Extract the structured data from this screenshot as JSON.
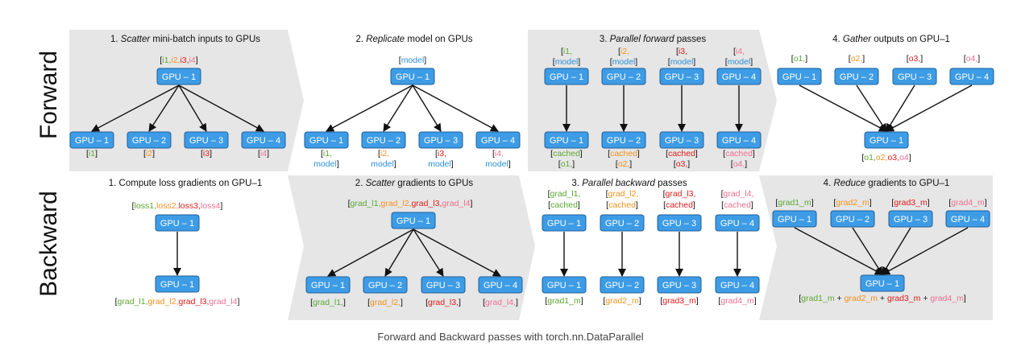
{
  "colors": {
    "band": "#e6e6e6",
    "gpu_fill": "#3d9ce5",
    "gpu_stroke": "#1f5f9a",
    "gpu_text": "#ffffff",
    "arrow": "#111111",
    "text": "#111111",
    "model_blue": "#2a8fd8",
    "c1": "#5aa832",
    "c2": "#f0921e",
    "c3": "#e01b1b",
    "c4": "#ee6f91"
  },
  "rows": [
    {
      "label": "Forward"
    },
    {
      "label": "Backward"
    }
  ],
  "panels": [
    {
      "title_num": "1.",
      "title_em": "Scatter",
      "title_rest": "mini-batch inputs to GPUs",
      "title_plain": ""
    },
    {
      "title_num": "2.",
      "title_em": "Replicate",
      "title_rest": "model on GPUs",
      "title_plain": ""
    },
    {
      "title_num": "3.",
      "title_em": "Parallel forward",
      "title_rest": "passes",
      "title_plain": ""
    },
    {
      "title_num": "4.",
      "title_em": "Gather",
      "title_rest": "outputs on GPU–1",
      "title_plain": ""
    },
    {
      "title_num": "",
      "title_em": "",
      "title_rest": "",
      "title_plain": "1. Compute loss gradients on GPU–1"
    },
    {
      "title_num": "2.",
      "title_em": "Scatter",
      "title_rest": "gradients to GPUs",
      "title_plain": ""
    },
    {
      "title_num": "3.",
      "title_em": "Parallel backward",
      "title_rest": "passes",
      "title_plain": ""
    },
    {
      "title_num": "4.",
      "title_em": "Reduce",
      "title_rest": "gradients to GPU–1",
      "title_plain": ""
    }
  ],
  "gpu_labels": [
    "GPU – 1",
    "GPU – 2",
    "GPU – 3",
    "GPU – 4"
  ],
  "text": {
    "i1": "i1,",
    "i2": "i2,",
    "i3": "i3,",
    "i4": "i4,",
    "i1_": "i1",
    "i2_": "i2",
    "i3_": "i3",
    "i4_": "i4",
    "model": "model",
    "cached": "cached",
    "o1": "o1,",
    "o2": "o2,",
    "o3": "o3,",
    "o4": "o4,",
    "o1_": "o1",
    "o2_": "o2",
    "o3_": "o3",
    "o4_": "o4",
    "loss1": "loss1",
    "loss2": "loss2",
    "loss3": "loss3",
    "loss4": "loss4",
    "grad_l1": "grad_l1",
    "grad_l2": "grad_l2",
    "grad_l3": "grad_l3",
    "grad_l4": "grad_l4",
    "grad_l1c": "grad_l1,",
    "grad_l2c": "grad_l2,",
    "grad_l3c": "grad_l3,",
    "grad_l4c": "grad_l4,",
    "grad1_m": "grad1_m",
    "grad2_m": "grad2_m",
    "grad3_m": "grad3_m",
    "grad4_m": "grad4_m",
    "comma": ",",
    "plus": " + ",
    "lb": "[",
    "rb": "]",
    "rbc": "],"
  },
  "caption": "Forward and Backward passes with torch.nn.DataParallel"
}
